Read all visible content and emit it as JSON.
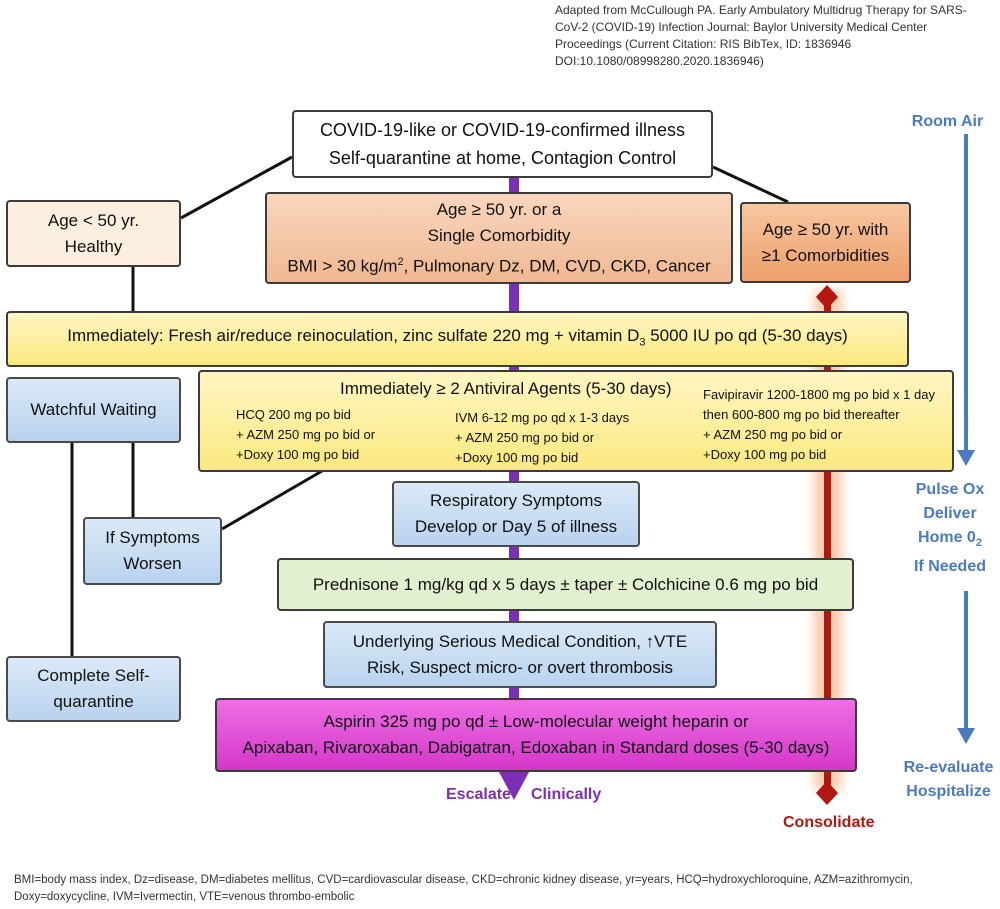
{
  "citation": [
    "Adapted from McCullough PA.  Early Ambulatory Multidrug Therapy for SARS-",
    "CoV-2 (COVID-19) Infection Journal: Baylor University Medical Center",
    "Proceedings (Current Citation: RIS BibTex, ID: 1836946",
    "DOI:10.1080/08998280.2020.1836946)"
  ],
  "top_box": [
    "COVID-19-like or COVID-19-confirmed illness",
    "Self-quarantine at home, Contagion Control"
  ],
  "age_low": [
    "Age < 50 yr.",
    "Healthy"
  ],
  "age_mid": {
    "line1": "Age ≥ 50 yr. or a",
    "line2": "Single Comorbidity",
    "line3_pre": "BMI > 30 kg/m",
    "line3_sup": "2",
    "line3_post": ", Pulmonary Dz, DM, CVD, CKD, Cancer"
  },
  "age_high": [
    "Age ≥ 50 yr. with",
    "≥1 Comorbidities"
  ],
  "immediate": {
    "pre": "Immediately:  Fresh air/reduce reinoculation, zinc sulfate 220 mg + vitamin D",
    "sub": "3",
    "post": " 5000 IU po qd  (5-30 days)"
  },
  "watchful": "Watchful Waiting",
  "antiviral": {
    "title": "Immediately ≥ 2 Antiviral Agents (5-30 days)",
    "hcq": [
      "HCQ 200 mg po bid",
      "+ AZM 250 mg po bid or",
      "+Doxy 100 mg po bid"
    ],
    "ivm": [
      "IVM 6-12 mg po qd x 1-3 days",
      "+ AZM 250 mg po bid or",
      "+Doxy 100 mg po bid"
    ],
    "fav": [
      "Favipiravir 1200-1800  mg po bid x 1 day",
      "then 600-800  mg po bid thereafter",
      "+ AZM 250 mg po bid or",
      "+Doxy 100 mg po bid"
    ]
  },
  "if_worse": [
    "If Symptoms",
    "Worsen"
  ],
  "respiratory": [
    "Respiratory Symptoms",
    "Develop or Day 5 of illness"
  ],
  "prednisone": "Prednisone 1 mg/kg qd x 5 days ± taper ± Colchicine 0.6 mg po bid",
  "underlying": [
    "Underlying Serious Medical Condition, ↑VTE",
    "Risk, Suspect micro- or overt thrombosis"
  ],
  "complete": [
    "Complete Self-",
    "quarantine"
  ],
  "aspirin": [
    "Aspirin 325 mg po qd ± Low-molecular weight heparin or",
    "Apixaban, Rivaroxaban, Dabigatran, Edoxaban in Standard doses (5-30 days)"
  ],
  "escalate": "Escalate",
  "clinically": "Clinically",
  "consolidate": "Consolidate",
  "side": {
    "room_air": "Room Air",
    "pulse_ox": [
      "Pulse Ox",
      "Deliver"
    ],
    "home_o2": {
      "pre": "Home 0",
      "sub": "2"
    },
    "if_needed": "If Needed",
    "reeval": [
      "Re-evaluate",
      "Hospitalize"
    ]
  },
  "footnote": [
    "BMI=body mass index, Dz=disease, DM=diabetes mellitus, CVD=cardiovascular disease, CKD=chronic kidney disease, yr=years, HCQ=hydroxychloroquine, AZM=azithromycin,",
    "Doxy=doxycycline, IVM=Ivermectin, VTE=venous thrombo-embolic"
  ],
  "colors": {
    "purple": "#7b2fb5",
    "red": "#b3170f",
    "blue_arrow": "#4a7bc0",
    "pink": "#d437c9"
  }
}
